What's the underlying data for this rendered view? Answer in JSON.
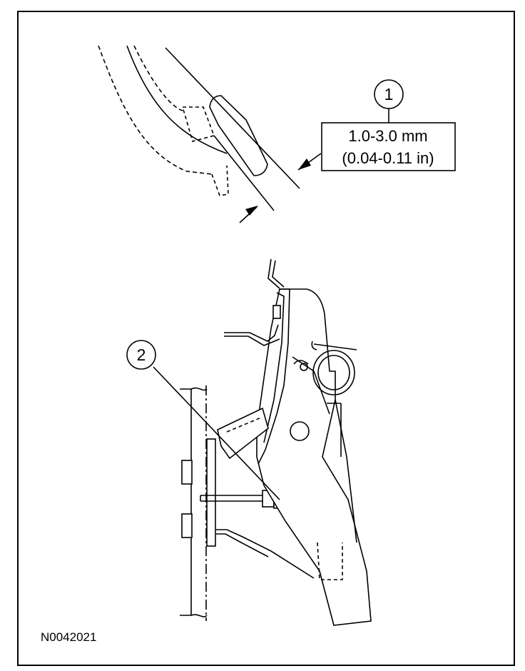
{
  "figure": {
    "figure_id": "N0042021",
    "callouts": [
      {
        "number": "1"
      },
      {
        "number": "2"
      }
    ],
    "clearance_spec": {
      "metric": "1.0-3.0 mm",
      "imperial": "(0.04-0.11 in)"
    }
  }
}
